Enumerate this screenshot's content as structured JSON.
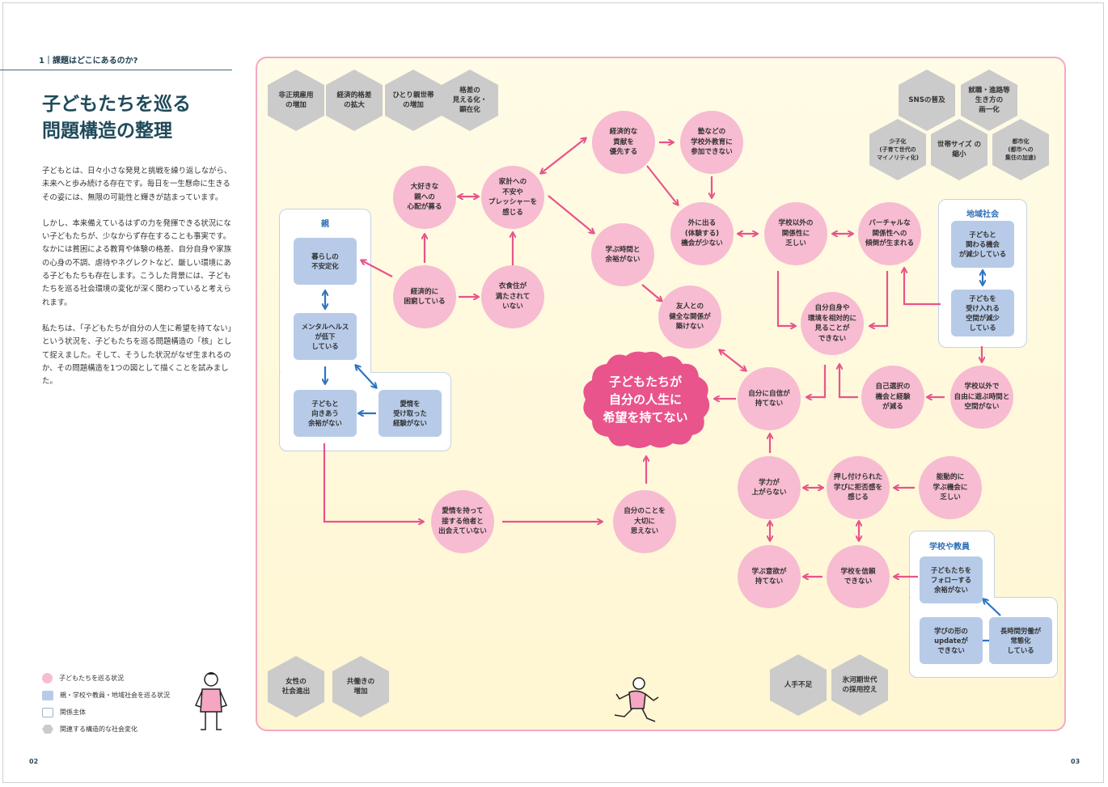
{
  "section_label": "1｜課題はどこにあるのか?",
  "title": [
    "子どもたちを巡る",
    "問題構造の整理"
  ],
  "body": [
    "子どもとは、日々小さな発見と挑戦を繰り返しながら、未来へと歩み続ける存在です。毎日を一生懸命に生きるその姿には、無限の可能性と輝きが詰まっています。",
    "しかし、本来備えているはずの力を発揮できる状況にない子どもたちが、少なからず存在することも事実です。なかには貧困による教育や体験の格差、自分自身や家族の心身の不調、虐待やネグレクトなど、厳しい環境にある子どもたちも存在します。こうした背景には、子どもたちを巡る社会環境の変化が深く関わっていると考えられます。",
    "私たちは、「子どもたちが自分の人生に希望を持てない」という状況を、子どもたちを巡る問題構造の「核」として捉えました。そして、そうした状況がなぜ生まれるのか、その問題構造を1つの図として描くことを試みました。"
  ],
  "legend": [
    {
      "label": "子どもたちを巡る状況",
      "kind": "circle"
    },
    {
      "label": "親・学校や教員・地域社会を巡る状況",
      "kind": "square"
    },
    {
      "label": "関係主体",
      "kind": "outline"
    },
    {
      "label": "関連する構造的な社会変化",
      "kind": "hexagon"
    }
  ],
  "page_numbers": {
    "left": "02",
    "right": "03"
  },
  "colors": {
    "pink_node": "#f7bcd1",
    "core": "#e8548b",
    "arrow_pink": "#e8548b",
    "blue_node": "#b7cbe9",
    "arrow_blue": "#2e74c2",
    "hexagon": "#cbcbcb",
    "panel_border": "#f2a9c4",
    "panel_bg": "#fff8dc",
    "title": "#1f4a5a"
  },
  "groups": {
    "parent": "親",
    "community": "地域社会",
    "school": "学校や教員"
  },
  "core": {
    "lines": [
      "子どもたちが",
      "自分の人生に",
      "希望を持てない"
    ]
  },
  "hexagons": {
    "h1": [
      "非正規雇用",
      "の増加"
    ],
    "h2": [
      "経済的格差",
      "の拡大"
    ],
    "h3": [
      "ひとり親世帯",
      "の増加"
    ],
    "h4": [
      "格差の",
      "見える化・",
      "顕在化"
    ],
    "h5": [
      "SNSの普及"
    ],
    "h6": [
      "就職・進路等",
      "生き方の",
      "画一化"
    ],
    "h7": [
      "少子化",
      "(子育て世代の",
      "マイノリティ化)"
    ],
    "h8": [
      "世帯サイズ の",
      "縮小"
    ],
    "h9": [
      "都市化",
      "(都市への",
      "集住の加速)"
    ],
    "h10": [
      "女性の",
      "社会進出"
    ],
    "h11": [
      "共働きの",
      "増加"
    ],
    "h12": [
      "人手不足"
    ],
    "h13": [
      "氷河期世代",
      "の採用控え"
    ]
  },
  "circles": {
    "c_keizai": [
      "経済的に",
      "困窮している"
    ],
    "c_daisuki": [
      "大好きな",
      "親への",
      "心配が募る"
    ],
    "c_kakei": [
      "家計への",
      "不安や",
      "プレッシャーを",
      "感じる"
    ],
    "c_ishoku": [
      "衣食住が",
      "満たされて",
      "いない"
    ],
    "c_koken": [
      "経済的な",
      "貢献を",
      "優先する"
    ],
    "c_juku": [
      "塾などの",
      "学校外教育に",
      "参加できない"
    ],
    "c_manabu_jikan": [
      "学ぶ時間と",
      "余裕がない"
    ],
    "c_soto": [
      "外に出る",
      "(体験する)",
      "機会が少ない"
    ],
    "c_gakkoigai": [
      "学校以外の",
      "関係性に",
      "乏しい"
    ],
    "c_virtual": [
      "バーチャルな",
      "関係性への",
      "傾倒が生まれる"
    ],
    "c_yujin": [
      "友人との",
      "健全な関係が",
      "築けない"
    ],
    "c_jibunjishin": [
      "自分自身や",
      "環境を相対的に",
      "見ることが",
      "できない"
    ],
    "c_jishin": [
      "自分に自信が",
      "持てない"
    ],
    "c_jiko_sentaku": [
      "自己選択の",
      "機会と経験",
      "が減る"
    ],
    "c_jiyu": [
      "学校以外で",
      "自由に遊ぶ時間と",
      "空間がない"
    ],
    "c_aijo_tasha": [
      "愛情を持って",
      "接する他者と",
      "出会えていない"
    ],
    "c_taisetsu": [
      "自分のことを",
      "大切に",
      "思えない"
    ],
    "c_gakuryoku": [
      "学力が",
      "上がらない"
    ],
    "c_oshitsuke": [
      "押し付けられた",
      "学びに拒否感を",
      "感じる"
    ],
    "c_noudou": [
      "能動的に",
      "学ぶ機会に",
      "乏しい"
    ],
    "c_iyoku": [
      "学ぶ意欲が",
      "持てない"
    ],
    "c_shinrai": [
      "学校を信頼",
      "できない"
    ]
  },
  "boxes": {
    "b_kurashi": [
      "暮らしの",
      "不安定化"
    ],
    "b_mental": [
      "メンタルヘルス",
      "が低下",
      "している"
    ],
    "b_mukiau": [
      "子どもと",
      "向きあう",
      "余裕がない"
    ],
    "b_aijo_keiken": [
      "愛情を",
      "受け取った",
      "経験がない"
    ],
    "b_kakawaru": [
      "子どもと",
      "関わる機会",
      "が減少している"
    ],
    "b_ukeireru": [
      "子どもを",
      "受け入れる",
      "空間が減少",
      "している"
    ],
    "b_follow": [
      "子どもたちを",
      "フォローする",
      "余裕がない"
    ],
    "b_update": [
      "学びの形の",
      "updateが",
      "できない"
    ],
    "b_chojikan": [
      "長時間労働が",
      "常態化",
      "している"
    ]
  }
}
